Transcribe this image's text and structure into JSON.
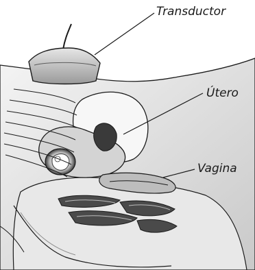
{
  "labels": {
    "transducer": "Transductor",
    "uterus": "Útero",
    "vagina": "Vagina"
  },
  "colors": {
    "line": "#1a1a1a",
    "shade_dark": "#3a3a3a",
    "shade_mid": "#8c8c8c",
    "shade_light": "#cfcfcf",
    "background": "#ffffff"
  }
}
